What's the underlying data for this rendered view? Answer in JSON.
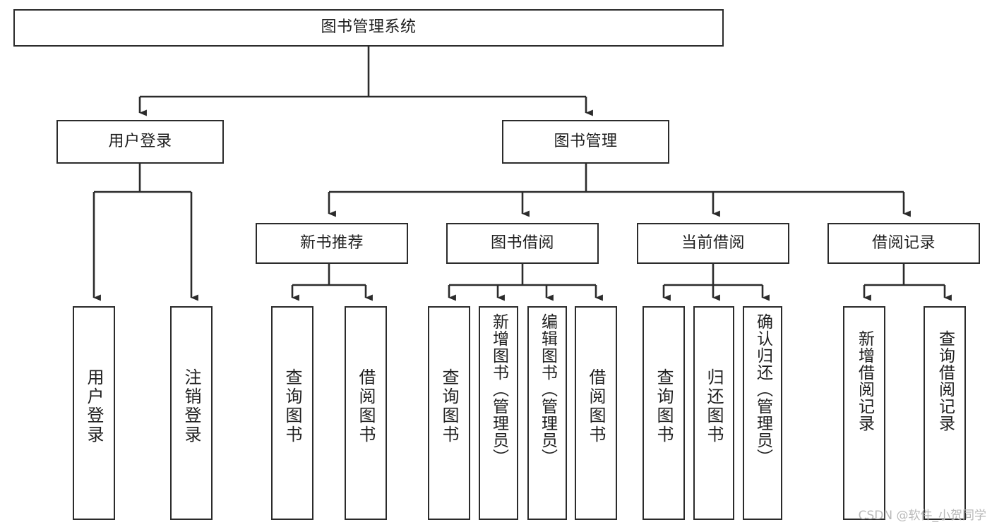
{
  "diagram": {
    "type": "tree-hierarchy",
    "title": "图书管理系统",
    "watermark": "CSDN @软件_小贺同学",
    "colors": {
      "box_stroke": "#2b2b2b",
      "box_fill": "#ffffff",
      "connector": "#2b2b2b",
      "text": "#1f1f1f",
      "watermark": "#b9b9b9"
    },
    "nodes": {
      "root": {
        "label": "图书管理系统",
        "level": 1,
        "orientation": "horizontal"
      },
      "l2": [
        {
          "id": "user-login",
          "label": "用户登录",
          "orientation": "horizontal"
        },
        {
          "id": "book-management",
          "label": "图书管理",
          "orientation": "horizontal"
        }
      ],
      "l3": [
        {
          "id": "new-book-recommend",
          "label": "新书推荐",
          "orientation": "horizontal"
        },
        {
          "id": "book-borrow",
          "label": "图书借阅",
          "orientation": "horizontal"
        },
        {
          "id": "current-borrow",
          "label": "当前借阅",
          "orientation": "horizontal"
        },
        {
          "id": "borrow-record",
          "label": "借阅记录",
          "orientation": "horizontal"
        }
      ],
      "leaves": [
        {
          "id": "leaf-user-login",
          "label": "用户登录",
          "parent": "user-login",
          "orientation": "vertical"
        },
        {
          "id": "leaf-logout-login",
          "label": "注销登录",
          "parent": "user-login",
          "orientation": "vertical"
        },
        {
          "id": "leaf-query-book-1",
          "label": "查询图书",
          "parent": "new-book-recommend",
          "orientation": "vertical"
        },
        {
          "id": "leaf-borrow-book-1",
          "label": "借阅图书",
          "parent": "new-book-recommend",
          "orientation": "vertical"
        },
        {
          "id": "leaf-query-book-2",
          "label": "查询图书",
          "parent": "book-borrow",
          "orientation": "vertical"
        },
        {
          "id": "leaf-add-book",
          "label": "新增图书（管理员）",
          "parent": "book-borrow",
          "orientation": "vertical"
        },
        {
          "id": "leaf-edit-book",
          "label": "编辑图书（管理员）",
          "parent": "book-borrow",
          "orientation": "vertical"
        },
        {
          "id": "leaf-borrow-book-2",
          "label": "借阅图书",
          "parent": "book-borrow",
          "orientation": "vertical"
        },
        {
          "id": "leaf-query-book-3",
          "label": "查询图书",
          "parent": "current-borrow",
          "orientation": "vertical"
        },
        {
          "id": "leaf-return-book",
          "label": "归还图书",
          "parent": "current-borrow",
          "orientation": "vertical"
        },
        {
          "id": "leaf-confirm-return",
          "label": "确认归还（管理员）",
          "parent": "current-borrow",
          "orientation": "vertical"
        },
        {
          "id": "leaf-add-record",
          "label": "新增借阅记录",
          "parent": "borrow-record",
          "orientation": "vertical"
        },
        {
          "id": "leaf-query-record",
          "label": "查询借阅记录",
          "parent": "borrow-record",
          "orientation": "vertical"
        }
      ]
    }
  }
}
